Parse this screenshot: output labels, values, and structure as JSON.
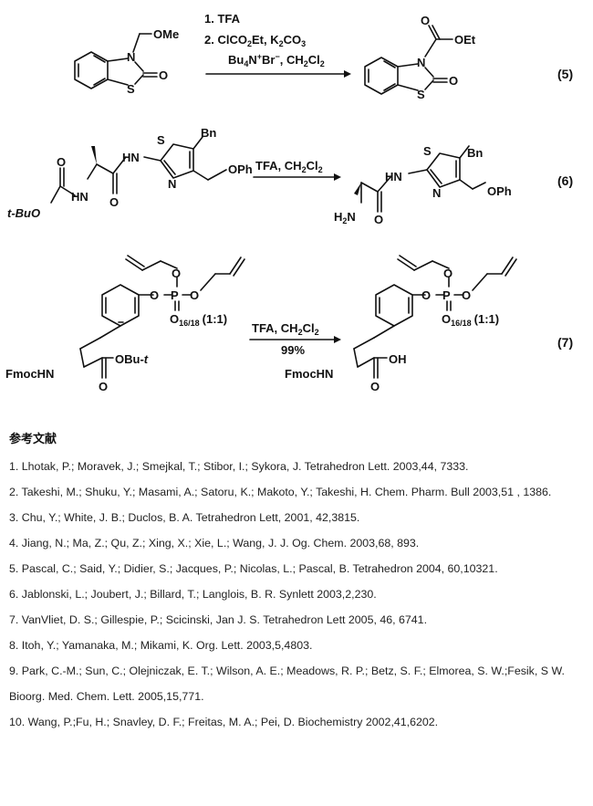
{
  "scheme5": {
    "reactant": {
      "substituent": "OMe",
      "n": "N",
      "s": "S",
      "o": "O"
    },
    "conditions": [
      "1. TFA",
      "2. ClCO",
      "Et, K",
      "CO",
      "Bu",
      "N",
      "Br",
      ", CH",
      "Cl"
    ],
    "product": {
      "ester": "OEt",
      "carbonyl_o": "O",
      "n": "N",
      "s": "S",
      "o": "O"
    },
    "label": "(5)"
  },
  "scheme6": {
    "reactant": {
      "bn": "Bn",
      "s": "S",
      "n": "N",
      "hn": "HN",
      "nh": "HN",
      "boc": "t-BuO",
      "o1": "O",
      "o2": "O",
      "oph": "OPh"
    },
    "conditions": "TFA, CH",
    "conditions_tail": "Cl",
    "product": {
      "bn": "Bn",
      "s": "S",
      "n": "N",
      "hn": "HN",
      "h2n": "H",
      "h2n_tail": "N",
      "o": "O",
      "oph": "OPh"
    },
    "label": "(6)"
  },
  "scheme7": {
    "reactant": {
      "o_ar": "O",
      "p": "P",
      "o_a": "O",
      "o_b": "O",
      "o_dbl": "O",
      "isotope": "16/18",
      "ratio": "(1:1)",
      "fmochn": "FmocHN",
      "obu": "OBu-",
      "obu_t": "t",
      "o": "O"
    },
    "conditions": "TFA, CH",
    "conditions_tail": "Cl",
    "yield": "99%",
    "product": {
      "o_ar": "O",
      "p": "P",
      "o_a": "O",
      "o_b": "O",
      "o_dbl": "O",
      "isotope": "16/18",
      "ratio": "(1:1)",
      "fmochn": "FmocHN",
      "oh": "OH",
      "o": "O"
    },
    "label": "(7)"
  },
  "references": {
    "title": "参考文献",
    "items": [
      "1. Lhotak, P.; Moravek, J.; Smejkal, T.; Stibor, I.; Sykora, J. Tetrahedron Lett. 2003,44, 7333.",
      "2. Takeshi, M.; Shuku, Y.; Masami, A.; Satoru, K.; Makoto, Y.; Takeshi, H. Chem. Pharm. Bull 2003,51 , 1386.",
      "3. Chu, Y.; White, J. B.; Duclos, B. A. Tetrahedron Lett, 2001, 42,3815.",
      "4. Jiang, N.; Ma, Z.; Qu, Z.; Xing, X.; Xie, L.; Wang, J. J. Og. Chem. 2003,68, 893.",
      "5. Pascal, C.; Said, Y.; Didier, S.; Jacques, P.; Nicolas, L.; Pascal, B. Tetrahedron 2004, 60,10321.",
      "6. Jablonski, L.; Joubert, J.; Billard, T.; Langlois, B. R. Synlett 2003,2,230.",
      "7. VanVliet, D. S.; Gillespie, P.; Scicinski, Jan J. S. Tetrahedron Lett 2005, 46, 6741.",
      "8. Itoh, Y.; Yamanaka, M.; Mikami, K. Org. Lett. 2003,5,4803.",
      "9. Park, C.-M.; Sun, C.; Olejniczak, E. T.; Wilson, A. E.; Meadows, R. P.; Betz, S. F.; Elmorea, S. W.;Fesik, S W. Bioorg. Med. Chem. Lett. 2005,15,771.",
      "10. Wang, P.;Fu, H.; Snavley, D. F.; Freitas, M. A.; Pei, D. Biochemistry 2002,41,6202."
    ]
  }
}
